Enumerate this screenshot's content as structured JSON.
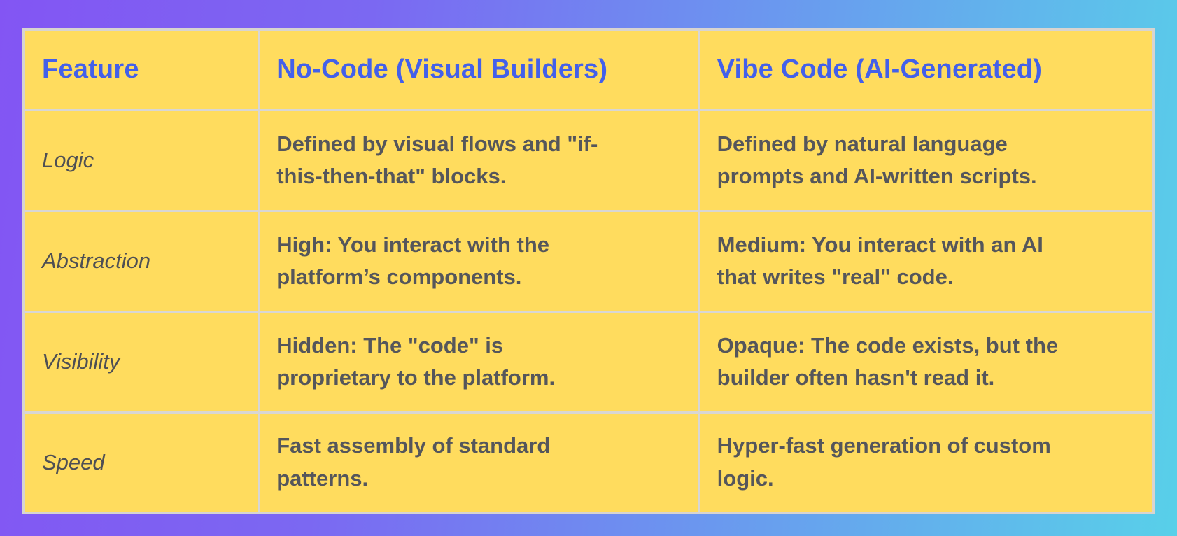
{
  "table": {
    "headers": [
      "Feature",
      "No-Code (Visual Builders)",
      "Vibe Code (AI-Generated)"
    ],
    "rows": [
      {
        "feature": "Logic",
        "no_code": "Defined by visual flows and \"if-\nthis-then-that\" blocks.",
        "vibe_code": "Defined by natural language\nprompts and AI-written scripts."
      },
      {
        "feature": "Abstraction",
        "no_code": "High: You interact with the\nplatform’s components.",
        "vibe_code": "Medium: You interact with an AI\nthat writes \"real\" code."
      },
      {
        "feature": "Visibility",
        "no_code": "Hidden: The \"code\" is\nproprietary to the platform.",
        "vibe_code": "Opaque: The code exists, but the\nbuilder often hasn't read it."
      },
      {
        "feature": "Speed",
        "no_code": "Fast assembly of standard\npatterns.",
        "vibe_code": "Hyper-fast generation of custom\nlogic."
      }
    ]
  },
  "colors": {
    "gradient_start": "#8355f3",
    "gradient_mid": "#6e8df0",
    "gradient_end": "#58d0e9",
    "cell_background": "#ffdc5e",
    "header_text": "#4360ea",
    "body_text": "#55565b",
    "feature_text": "#4e4f54",
    "grid_line": "#d8d6d4"
  }
}
